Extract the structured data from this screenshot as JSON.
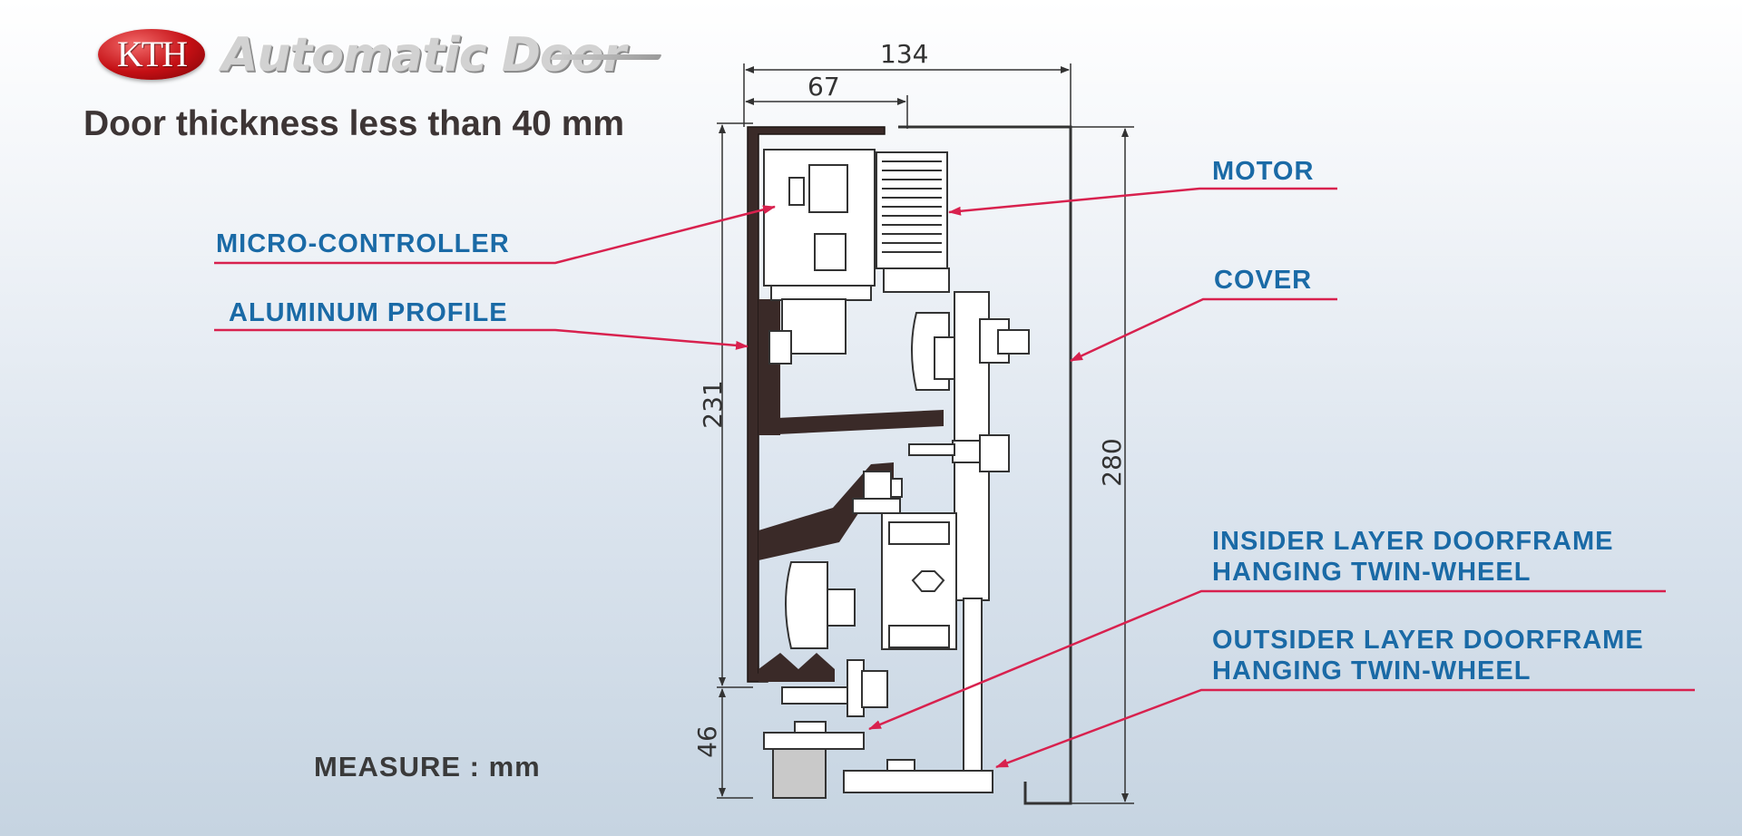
{
  "logo": {
    "mark": "KTH",
    "wordmark": "Automatic Door"
  },
  "title": "Door thickness less than 40 mm",
  "measure_note": "MEASURE : mm",
  "dimensions": {
    "width_total": "134",
    "width_partial": "67",
    "profile_height": "231",
    "total_height": "280",
    "lower_height": "46"
  },
  "callouts": {
    "motor": "MOTOR",
    "micro_controller": "MICRO-CONTROLLER",
    "aluminum_profile": "ALUMINUM  PROFILE",
    "cover": "COVER",
    "insider_line1": "INSIDER LAYER DOORFRAME",
    "insider_line2": "HANGING TWIN-WHEEL",
    "outsider_line1": "OUTSIDER LAYER DOORFRAME",
    "outsider_line2": "HANGING TWIN-WHEEL"
  },
  "colors": {
    "callout_text": "#1a6aa6",
    "leader": "#d8214e",
    "profile": "#3a2a28",
    "line": "#333333"
  }
}
